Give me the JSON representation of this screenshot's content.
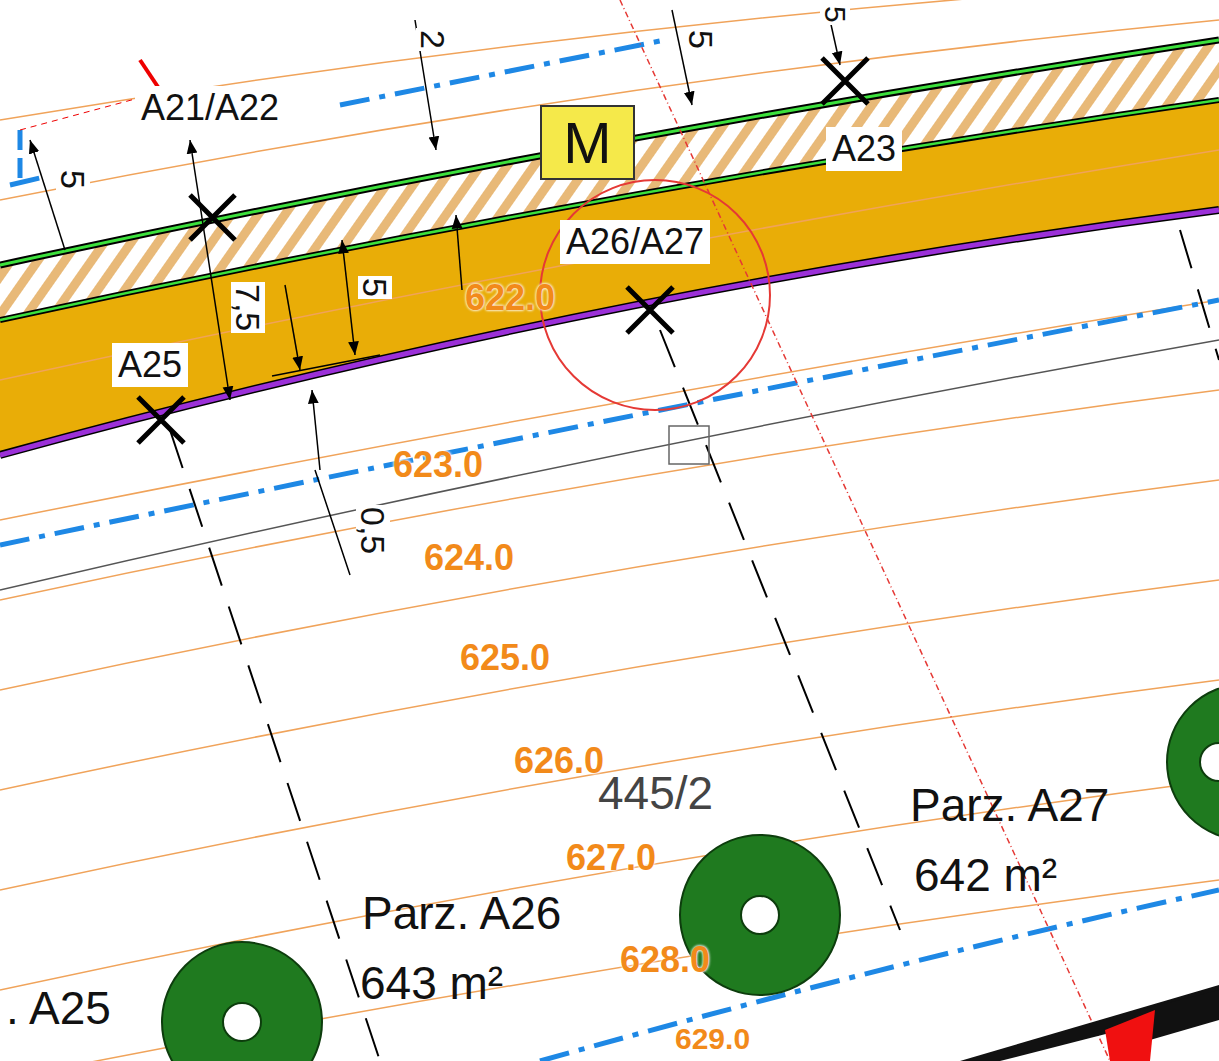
{
  "diagram": {
    "nodes": [
      {
        "text": [
          "M"
        ]
      }
    ],
    "labels": [
      "2",
      "5",
      "5",
      "A21/A22",
      "A23",
      "5",
      "A26/A27",
      "7,5",
      "5",
      "622.0",
      "A25",
      "623.0",
      "0,5",
      "624.0",
      "625.0",
      "626.0",
      "445/2",
      "Parz. A27",
      "627.0",
      "642 m²",
      "Parz. A26",
      "628.0",
      "643 m²",
      ". A25",
      "629.0"
    ]
  }
}
